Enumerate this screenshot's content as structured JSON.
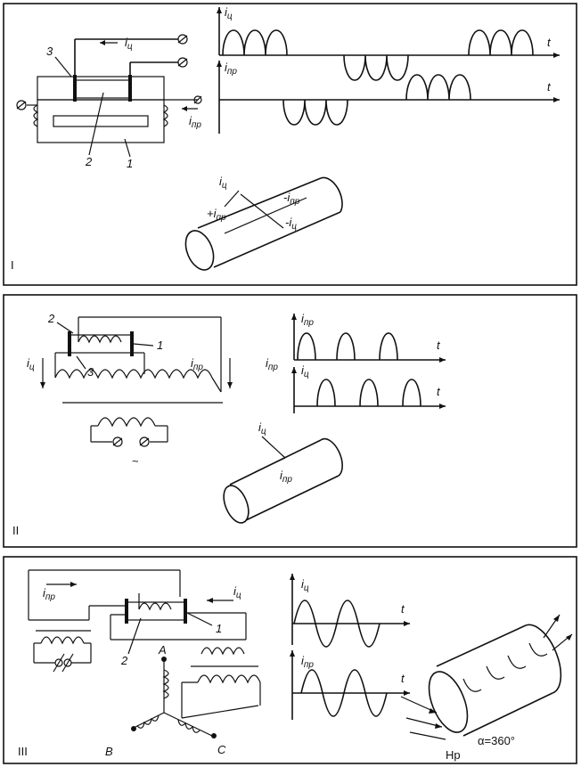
{
  "panels": [
    {
      "label": "I",
      "component_numbers": [
        "3",
        "2",
        "1"
      ],
      "currents": {
        "ic": "i",
        "ic_sub": "ц",
        "ipr": "i",
        "ipr_sub": "пр"
      },
      "graph_axes": {
        "y1": "i",
        "y1_sub": "ц",
        "y2": "i",
        "y2_sub": "пр",
        "t": "t"
      },
      "cylinder_labels": {
        "ic": "i",
        "ic_sub": "ц",
        "plus_ipr": "+i",
        "plus_ipr_sub": "пр",
        "minus_ipr": "-i",
        "minus_ipr_sub": "пр",
        "minus_ic": "-i",
        "minus_ic_sub": "ц"
      }
    },
    {
      "label": "II",
      "component_numbers": [
        "2",
        "1",
        "3"
      ],
      "currents": {
        "ic": "i",
        "ic_sub": "ц",
        "ipr": "i",
        "ipr_sub": "пр"
      },
      "graph_axes": {
        "y1": "i",
        "y1_sub": "пр",
        "side": "i",
        "side_sub": "пр",
        "y2": "i",
        "y2_sub": "ц",
        "t": "t"
      },
      "ac_symbol": "~",
      "cylinder_labels": {
        "ic": "i",
        "ic_sub": "ц",
        "ipr": "i",
        "ipr_sub": "пр"
      }
    },
    {
      "label": "III",
      "component_numbers": [
        "2",
        "1"
      ],
      "currents": {
        "ic": "i",
        "ic_sub": "ц",
        "ipr": "i",
        "ipr_sub": "пр"
      },
      "phases": [
        "A",
        "B",
        "C"
      ],
      "graph_axes": {
        "y1": "i",
        "y1_sub": "ц",
        "y2": "i",
        "y2_sub": "пр",
        "t": "t"
      },
      "cylinder_labels": {
        "alpha": "α=360°",
        "hp": "Нр"
      }
    }
  ]
}
